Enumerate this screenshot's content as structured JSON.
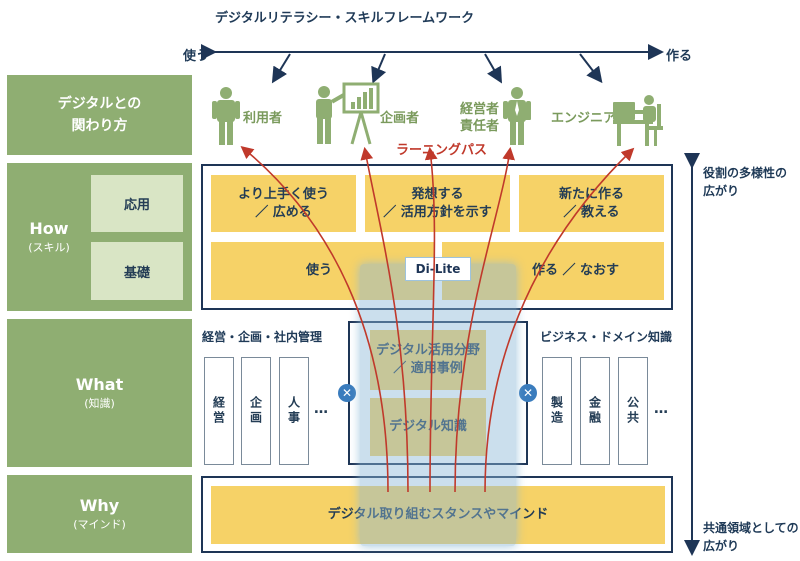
{
  "title": "デジタルリテラシー・スキルフレームワーク",
  "axis_top": {
    "left": "使う",
    "right": "作る"
  },
  "axis_right": {
    "top": "役割の多様性の\n広がり",
    "bottom": "共通領域としての\n広がり"
  },
  "rows": {
    "relation": {
      "label": "デジタルとの\n関わり方"
    },
    "how": {
      "label": "How",
      "sub": "(スキル)",
      "applied": "応用",
      "basic": "基礎"
    },
    "what": {
      "label": "What",
      "sub": "(知識)"
    },
    "why": {
      "label": "Why",
      "sub": "(マインド)"
    }
  },
  "roles": [
    {
      "label": "利用者",
      "icon": "user-figure-icon"
    },
    {
      "label": "企画者",
      "icon": "presenter-figure-icon"
    },
    {
      "label": "経営者\n責任者",
      "icon": "executive-figure-icon"
    },
    {
      "label": "エンジニア",
      "icon": "engineer-at-desk-icon"
    }
  ],
  "learning_path": "ラーニングパス",
  "how_boxes": {
    "applied": [
      "より上手く使う\n／ 広める",
      "発想する\n／ 活用方針を示す",
      "新たに作る\n／ 教える"
    ],
    "basic": [
      "使う",
      "作る ／ なおす"
    ]
  },
  "dilite": "Di-Lite",
  "what": {
    "left_title": "経営・企画・社内管理",
    "left_pillars": [
      "経営",
      "企画",
      "人事"
    ],
    "right_title": "ビジネス・ドメイン知識",
    "right_pillars": [
      "製造",
      "金融",
      "公共"
    ],
    "ellipsis": "…",
    "center_top": "デジタル活用分野\n／ 適用事例",
    "center_bottom": "デジタル知識"
  },
  "why_box": "デジタル取り組むスタンスやマインド",
  "colors": {
    "green": "#8fae72",
    "light_green": "#d9e5c5",
    "yellow": "#f6d267",
    "navy": "#1e3556",
    "red": "#c0392b",
    "blue_highlight": "#9ec3dd"
  }
}
